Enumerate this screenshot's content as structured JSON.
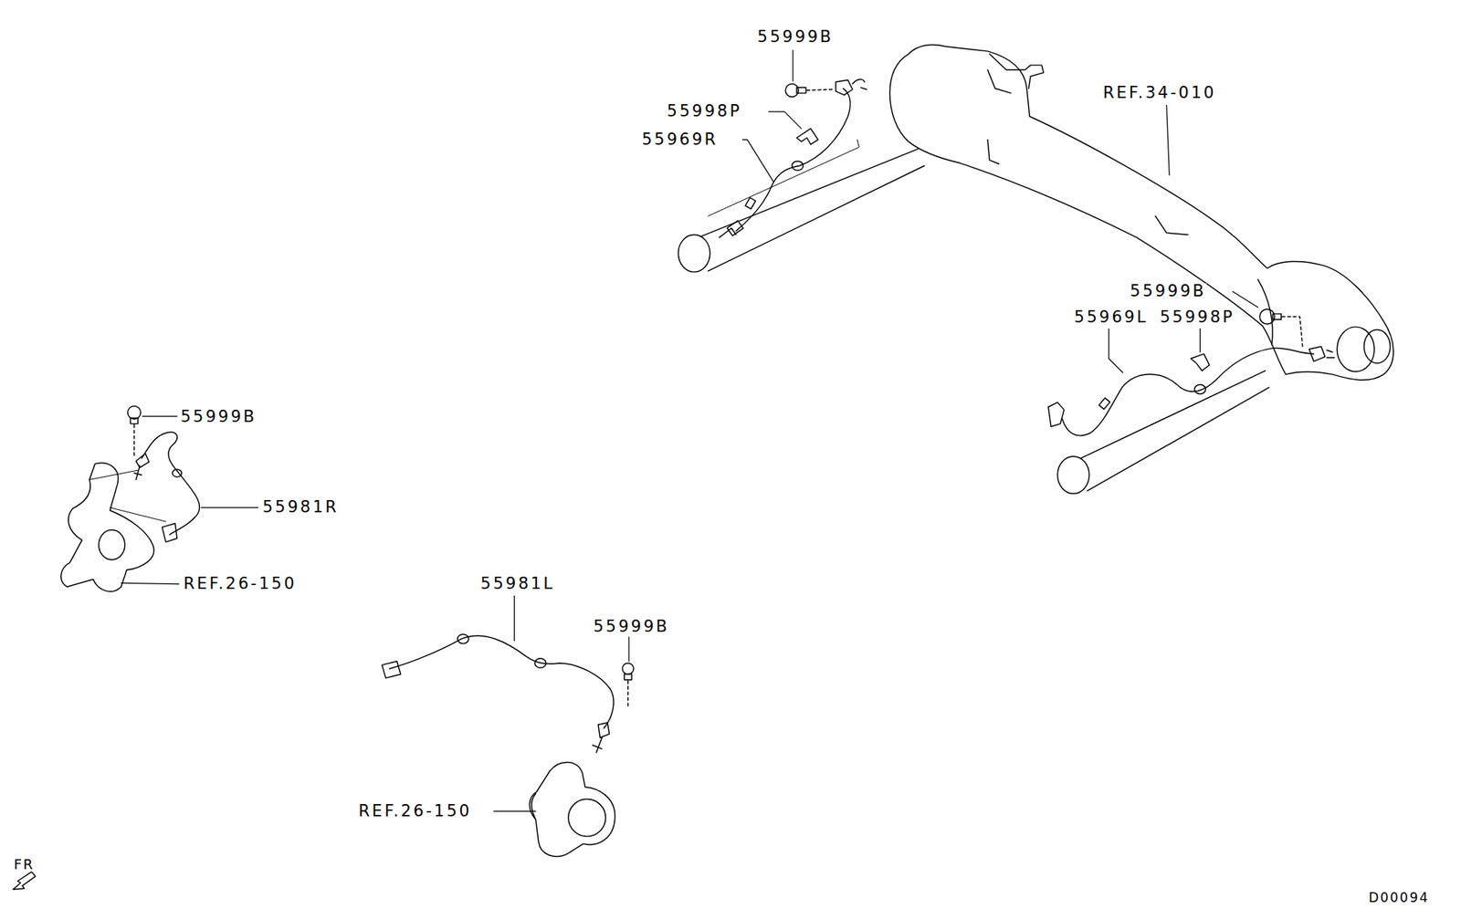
{
  "diagram": {
    "labels": [
      "55999B",
      "REF.34-010",
      "55998P",
      "55969R",
      "55999B",
      "55969L",
      "55998P",
      "55999B",
      "55981R",
      "REF.26-150",
      "55981L",
      "55999B",
      "REF.26-150",
      "FR",
      "D00094"
    ]
  }
}
